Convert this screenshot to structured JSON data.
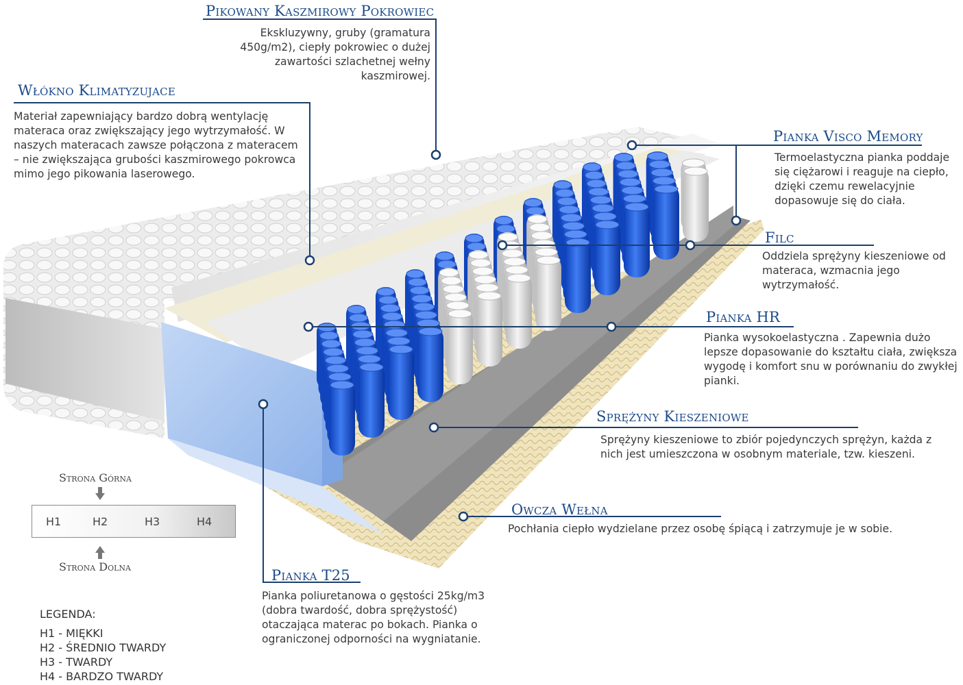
{
  "layers": [
    {
      "id": "cover",
      "title": "Pikowany Kaszmirowy Pokrowiec",
      "desc": "Ekskluzywny, gruby (gramatura 450g/m2), ciepły pokrowiec o dużej zawartości szlachetnej wełny kaszmirowej."
    },
    {
      "id": "fiber",
      "title": "Włókno Klimatyzujace",
      "desc": "Materiał zapewniający bardzo dobrą wentylację materaca oraz zwiększający jego wytrzymałość. W naszych materacach zawsze połączona z materacem – nie zwiększająca grubości kaszmirowego pokrowca mimo jego pikowania laserowego."
    },
    {
      "id": "visco",
      "title": "Pianka Visco Memory",
      "desc": "Termoelastyczna pianka poddaje się ciężarowi i reaguje na ciepło, dzięki czemu rewelacyjnie dopasowuje się do ciała."
    },
    {
      "id": "felt",
      "title": "Filc",
      "desc": "Oddziela sprężyny kieszeniowe od materaca, wzmacnia jego wytrzymałość."
    },
    {
      "id": "hr",
      "title": "Pianka HR",
      "desc": "Pianka wysokoelastyczna . Zapewnia dużo lepsze dopasowanie do kształtu ciała, zwiększa wygodę i komfort snu w porównaniu do zwykłej pianki."
    },
    {
      "id": "springs",
      "title": "Sprężyny Kieszeniowe",
      "desc": "Sprężyny kieszeniowe to zbiór pojedynczych sprężyn, każda z nich jest umieszczona w osobnym materiale, tzw. kieszeni."
    },
    {
      "id": "wool",
      "title": "Owcza Wełna",
      "desc": "Pochłania ciepło wydzielane przez osobę śpiącą i zatrzymuje je w sobie."
    },
    {
      "id": "t25",
      "title": "Pianka T25",
      "desc": "Pianka poliuretanowa o gęstości 25kg/m3 (dobra twardość, dobra sprężystość) otaczająca materac po bokach. Pianka o ograniczonej odporności na wygniatanie."
    }
  ],
  "hardness": {
    "top_label": "Strona Górna",
    "bottom_label": "Strona Dolna",
    "levels": [
      "H1",
      "H2",
      "H3",
      "H4"
    ]
  },
  "legend": {
    "title": "LEGENDA:",
    "items": [
      "H1 - MIĘKKI",
      "H2 - ŚREDNIO TWARDY",
      "H3 - TWARDY",
      "H4 - BARDZO TWARDY"
    ]
  },
  "colors": {
    "heading": "#1b4a8a",
    "line": "#1b3f6e",
    "spring_blue": "#1f5ee0",
    "spring_white": "#e8e8e8",
    "foam": "#a9c7f0",
    "wool": "#f0e7c4"
  }
}
